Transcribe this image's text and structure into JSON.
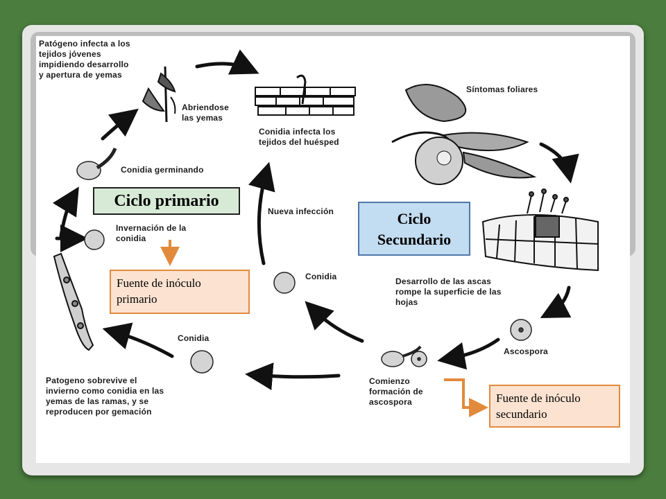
{
  "labels": {
    "patogeno_infecta": "Patógeno infecta a los\ntejidos jóvenes\nimpidiendo desarrollo\ny apertura de yemas",
    "abriendose": "Abriendose\nlas yemas",
    "conidia_infecta": "Conidia infecta los\ntejidos del huésped",
    "sintomas": "Síntomas foliares",
    "conidia_germinando": "Conidia germinando",
    "nueva_infeccion": "Nueva infección",
    "invernacion": "Invernación de la\nconidia",
    "conidia_mid": "Conidia",
    "desarrollo_ascas": "Desarrollo de las ascas\nrompe la superficie de las\nhojas",
    "ascospora": "Ascospora",
    "conidia_bottom": "Conidia",
    "comienzo": "Comienzo\nformación de\nascospora",
    "sobrevive": "Patogeno sobrevive el\ninvierno como conidia en las\nyemas de las ramas, y se\nreproducen por gemación"
  },
  "boxes": {
    "ciclo_primario": "Ciclo primario",
    "ciclo_secundario": "Ciclo\nSecundario",
    "fuente_primario": "Fuente de inóculo\nprimario",
    "fuente_secundario": "Fuente de inóculo\nsecundario"
  },
  "colors": {
    "background": "#4b7d3f",
    "primary_box": "#d7ead6",
    "secondary_box": "#c2dcf1",
    "fuente_box": "#fce3d1",
    "fuente_arrow": "#e28a3c"
  }
}
